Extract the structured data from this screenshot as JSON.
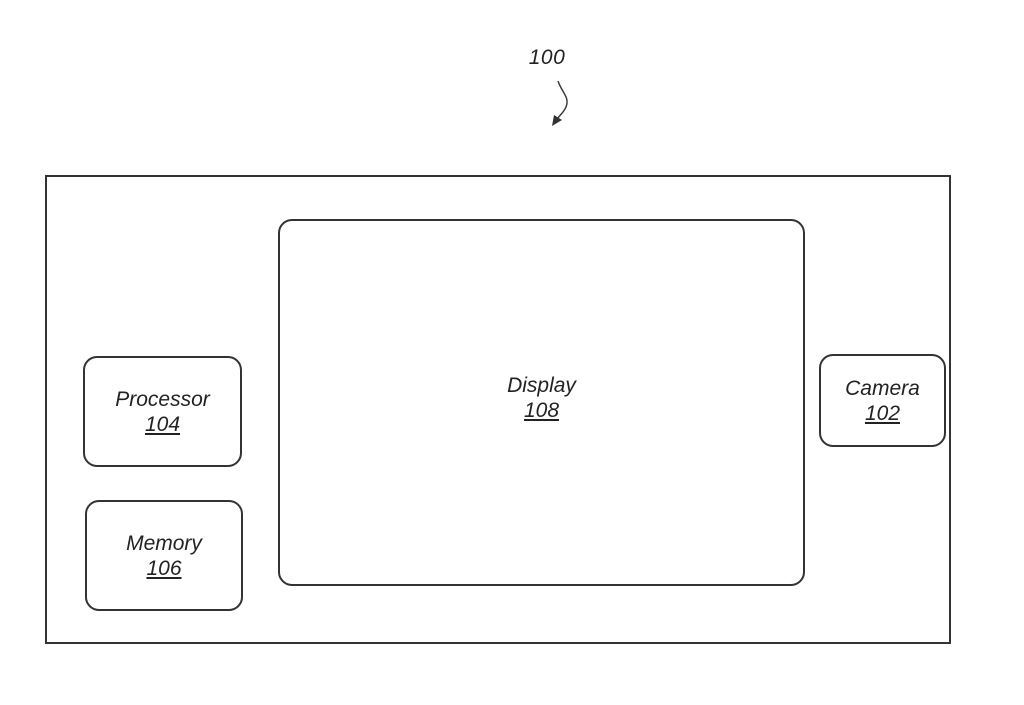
{
  "figure": {
    "reference_number": "100"
  },
  "blocks": {
    "processor": {
      "label": "Processor",
      "number": "104"
    },
    "memory": {
      "label": "Memory",
      "number": "106"
    },
    "display": {
      "label": "Display",
      "number": "108"
    },
    "camera": {
      "label": "Camera",
      "number": "102"
    }
  },
  "colors": {
    "stroke": "#333333",
    "background": "#ffffff"
  }
}
